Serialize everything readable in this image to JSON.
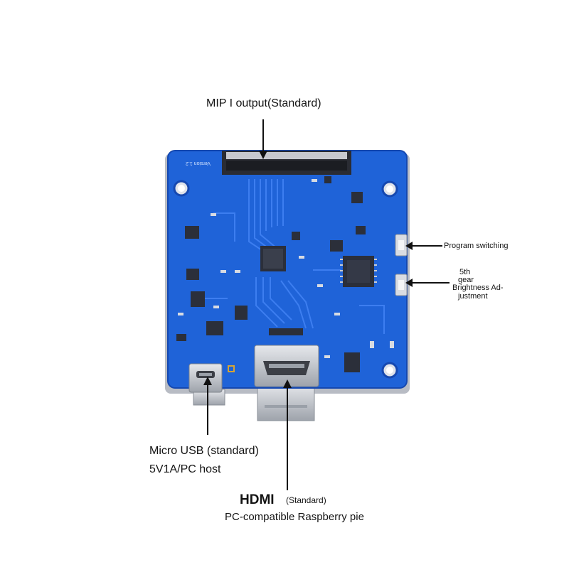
{
  "board": {
    "version_text": "Version 1.2",
    "colors": {
      "pcb": "#1f63d8",
      "pcb_dark": "#1548b0",
      "metal": "#c9ccd2",
      "chip": "#2b2f3a"
    }
  },
  "labels": {
    "mipi": "MIP I output(Standard)",
    "program_switching": "Program switching",
    "brightness_line1": "5th",
    "brightness_line2": "gear",
    "brightness_line3": "Brightness Ad-",
    "brightness_line4": "justment",
    "micro_usb_line1": "Micro USB (standard)",
    "micro_usb_line2": "5V1A/PC host",
    "hdmi_title": "HDMI",
    "hdmi_standard": "(Standard)",
    "hdmi_desc": "PC-compatible Raspberry pie"
  },
  "icons": [
    "arrow-down-icon",
    "arrow-left-icon",
    "arrow-up-icon"
  ]
}
